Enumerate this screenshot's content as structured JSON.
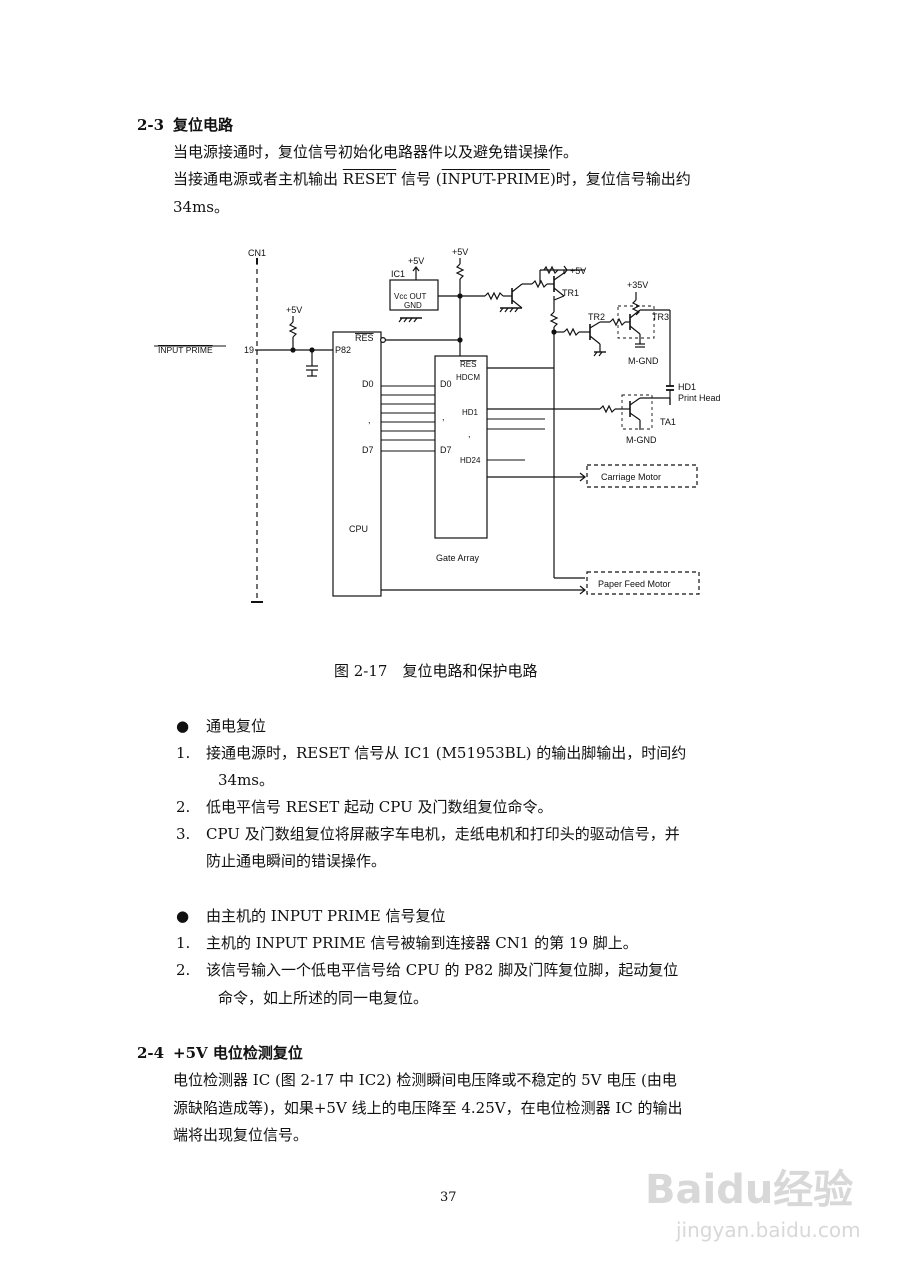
{
  "section_2_3": {
    "number": "2-3",
    "title": "复位电路",
    "p1": "当电源接通时，复位信号初始化电路器件以及避免错误操作。",
    "p2_a": "当接通电源或者主机输出 ",
    "p2_reset": "RESET",
    "p2_b": " 信号 (",
    "p2_input": "INPUT-PRIME",
    "p2_c": ")时，复位信号输出约",
    "p2_d": "34ms。"
  },
  "figure": {
    "caption": "图 2-17　复位电路和保护电路",
    "labels": {
      "cn1": "CN1",
      "input_prime": "INPUT PRIME",
      "pin19": "19",
      "p5v_a": "+5V",
      "p5v_b": "+5V",
      "p5v_c": "+5V",
      "p5v_d": "+5V",
      "p35v": "+35V",
      "ic1": "IC1",
      "vcc_out": "Vcc OUT",
      "gnd": "GND",
      "tr1": "TR1",
      "tr2": "TR2",
      "tr3": "TR3",
      "mgnd_a": "M-GND",
      "mgnd_b": "M-GND",
      "hd1": "HD1",
      "print_head": "Print Head",
      "ta1": "TA1",
      "p82": "P82",
      "res_cpu": "RES",
      "d0_cpu": "D0",
      "d7_cpu": "D7",
      "cpu": "CPU",
      "res_ga": "RES",
      "hdcm": "HDCM",
      "d0_ga": "D0",
      "d7_ga": "D7",
      "hd1_ga": "HD1",
      "hd24": "HD24",
      "gate_array": "Gate Array",
      "carriage_motor": "Carriage Motor",
      "paper_feed_motor": "Paper Feed Motor"
    }
  },
  "power_on": {
    "bullet": "通电复位",
    "i1_num": "1.",
    "i1_a": "接通电源时，RESET 信号从 IC1 (M51953BL) 的输出脚输出，时间约",
    "i1_b": "34ms。",
    "i2_num": "2.",
    "i2": "低电平信号 RESET 起动 CPU 及门数组复位命令。",
    "i3_num": "3.",
    "i3_a": "CPU 及门数组复位将屏蔽字车电机，走纸电机和打印头的驱动信号，并",
    "i3_b": "防止通电瞬间的错误操作。"
  },
  "host": {
    "bullet": "由主机的 INPUT PRIME 信号复位",
    "i1_num": "1.",
    "i1": "主机的 INPUT PRIME 信号被输到连接器 CN1 的第 19 脚上。",
    "i2_num": "2.",
    "i2_a": "该信号输入一个低电平信号给 CPU 的 P82 脚及门阵复位脚，起动复位",
    "i2_b": "命令，如上所述的同一电复位。"
  },
  "section_2_4": {
    "number": "2-4",
    "title": "+5V 电位检测复位",
    "l1": "电位检测器 IC (图 2-17 中 IC2) 检测瞬间电压降或不稳定的 5V 电压 (由电",
    "l2": "源缺陷造成等)，如果+5V 线上的电压降至 4.25V，在电位检测器 IC 的输出",
    "l3": "端将出现复位信号。"
  },
  "page_number": "37",
  "watermark": {
    "logo": "Baidu经验",
    "url": "jingyan.baidu.com"
  }
}
